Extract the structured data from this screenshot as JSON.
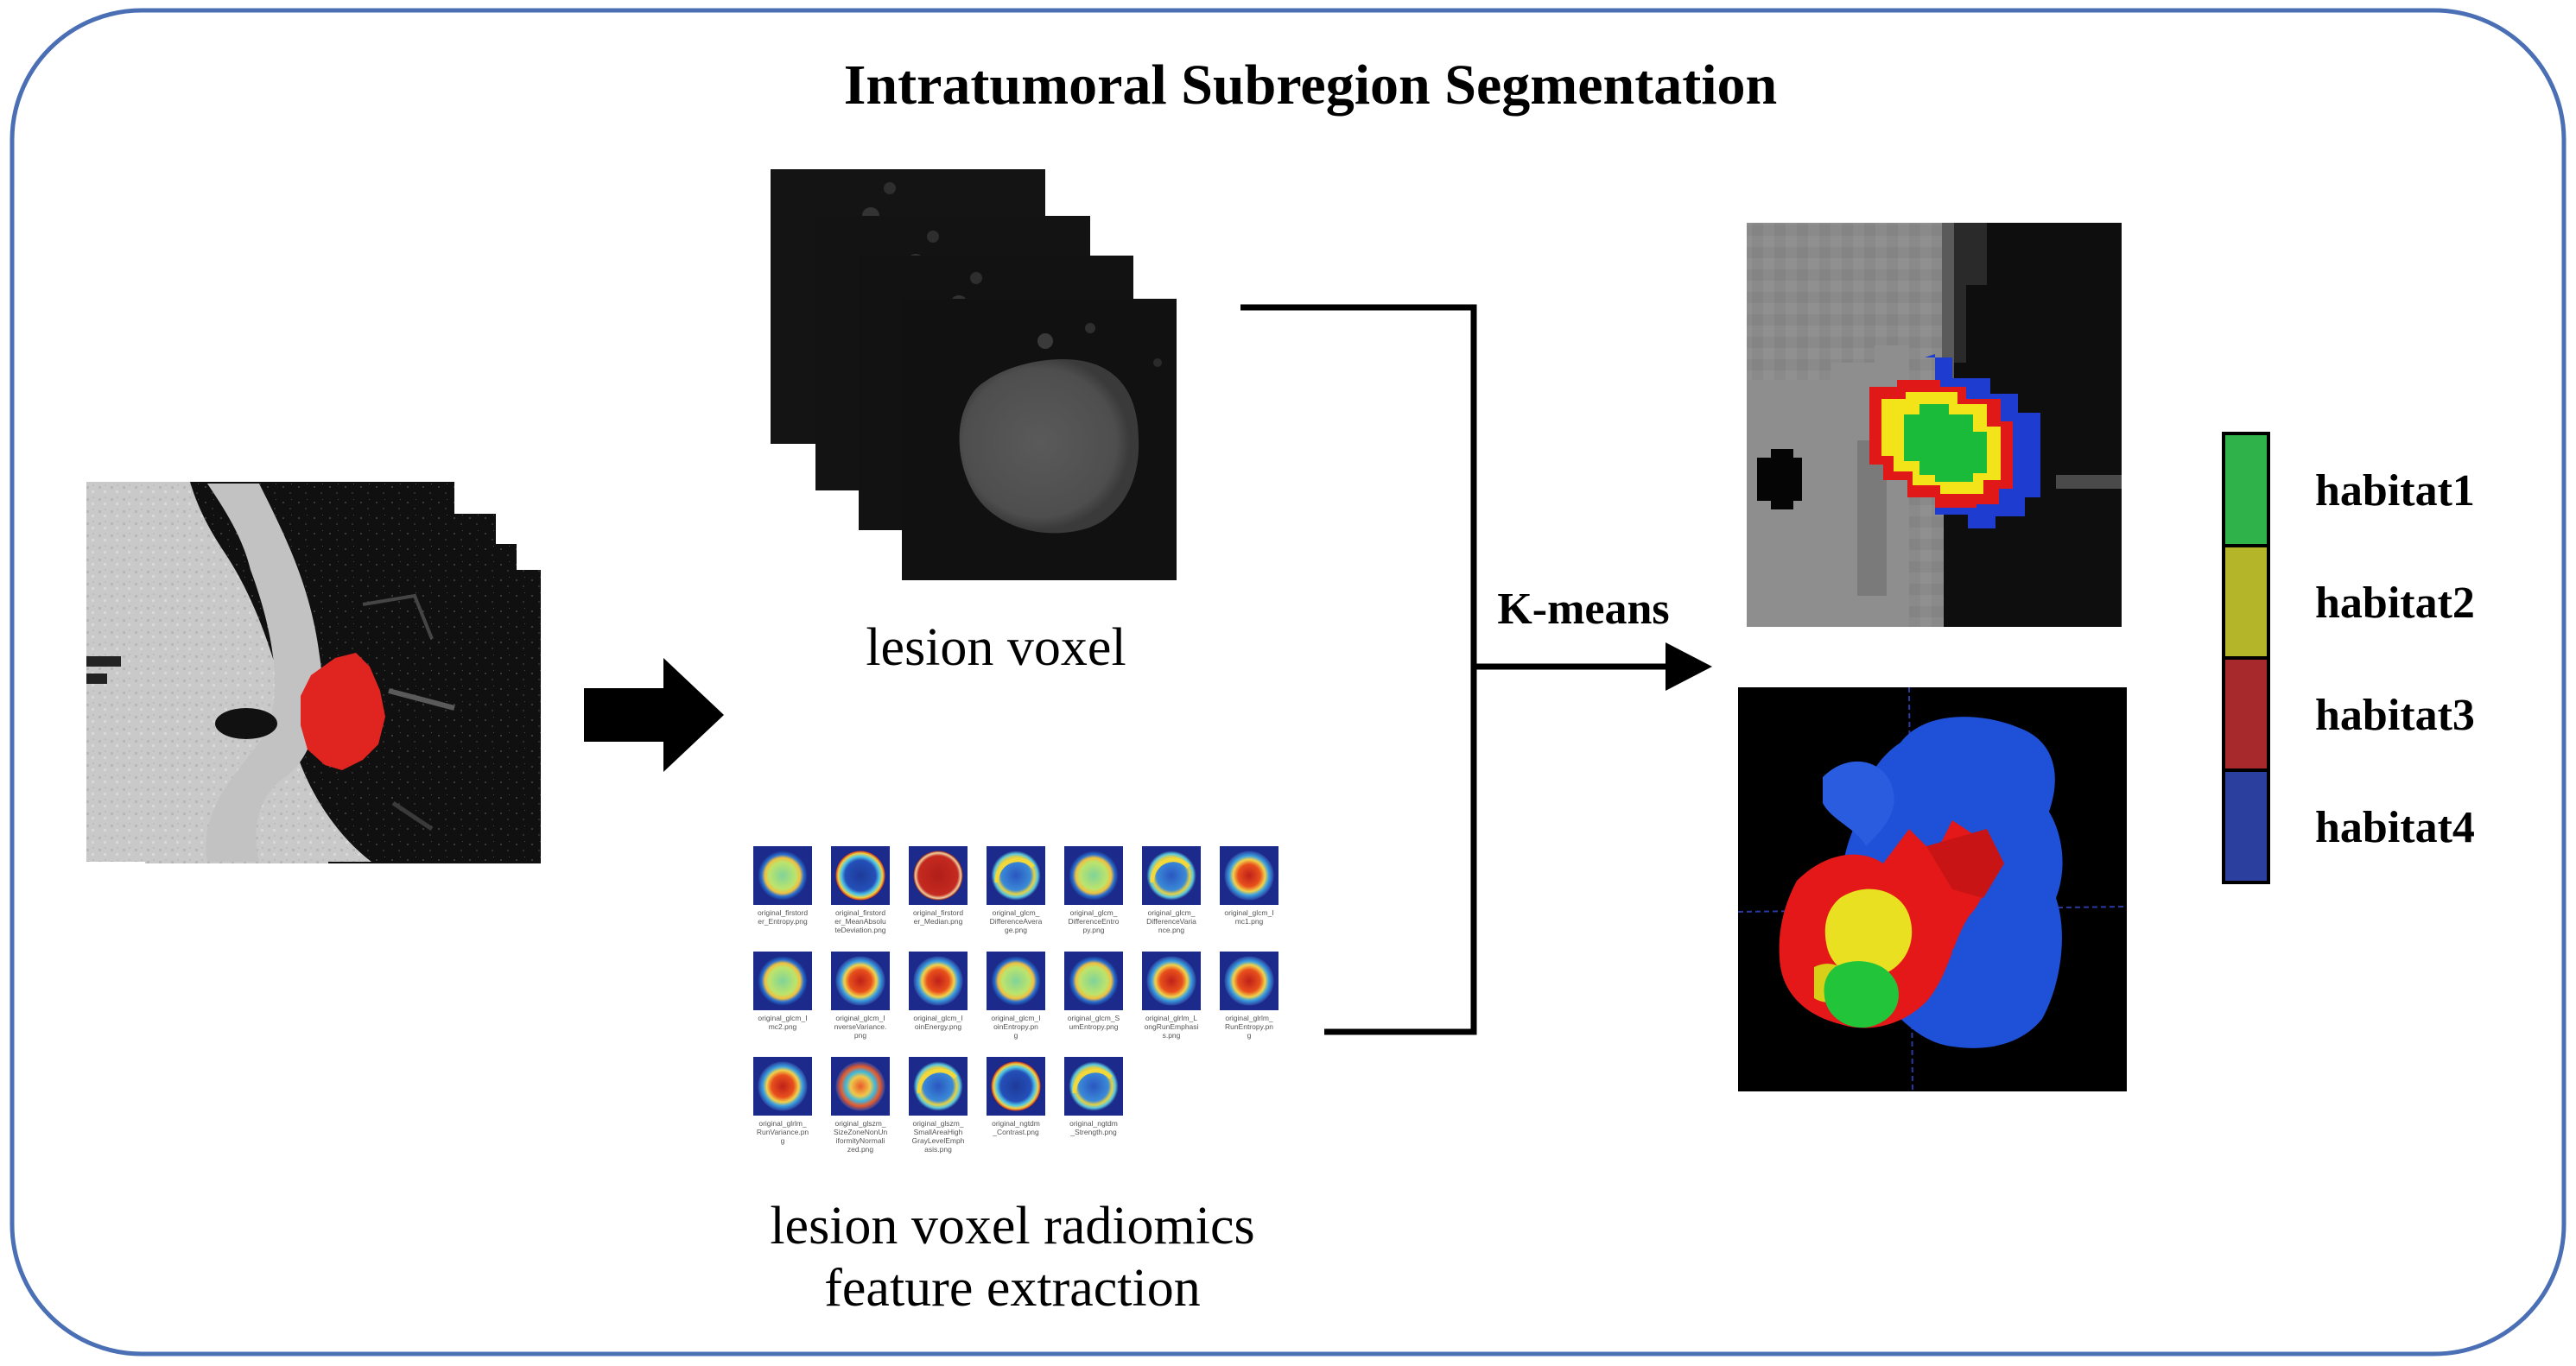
{
  "title": "Intratumoral Subregion Segmentation",
  "labels": {
    "lesion_voxel": "lesion voxel",
    "radiomics_line1": "lesion voxel radiomics",
    "radiomics_line2": "feature extraction",
    "kmeans": "K-means"
  },
  "legend": [
    {
      "label": "habitat1",
      "color": "#2fb24a"
    },
    {
      "label": "habitat2",
      "color": "#b5b52a"
    },
    {
      "label": "habitat3",
      "color": "#a8292b"
    },
    {
      "label": "habitat4",
      "color": "#2b3f9e"
    }
  ],
  "feature_maps": [
    {
      "caption": [
        "original_firstord",
        "er_Entropy.png"
      ],
      "style": "ring"
    },
    {
      "caption": [
        "original_firstord",
        "er_MeanAbsolu",
        "teDeviation.png"
      ],
      "style": "blue"
    },
    {
      "caption": [
        "original_firstord",
        "er_Median.png"
      ],
      "style": "red"
    },
    {
      "caption": [
        "original_glcm_",
        "DifferenceAvera",
        "ge.png"
      ],
      "style": "arc"
    },
    {
      "caption": [
        "original_glcm_",
        "DifferenceEntro",
        "py.png"
      ],
      "style": "ring"
    },
    {
      "caption": [
        "original_glcm_",
        "DifferenceVaria",
        "nce.png"
      ],
      "style": "arc"
    },
    {
      "caption": [
        "original_glcm_I",
        "mc1.png"
      ],
      "style": "hot"
    },
    {
      "caption": [
        "original_glcm_I",
        "mc2.png"
      ],
      "style": "ring"
    },
    {
      "caption": [
        "original_glcm_I",
        "nverseVariance.",
        "png"
      ],
      "style": "hot"
    },
    {
      "caption": [
        "original_glcm_I",
        "oinEnergy.png"
      ],
      "style": "hot"
    },
    {
      "caption": [
        "original_glcm_I",
        "oinEntropy.pn",
        "g"
      ],
      "style": "ring"
    },
    {
      "caption": [
        "original_glcm_S",
        "umEntropy.png"
      ],
      "style": "ring"
    },
    {
      "caption": [
        "original_glrlm_L",
        "ongRunEmphasi",
        "s.png"
      ],
      "style": "hot"
    },
    {
      "caption": [
        "original_glrlm_",
        "RunEntropy.pn",
        "g"
      ],
      "style": "hot"
    },
    {
      "caption": [
        "original_glrlm_",
        "RunVariance.pn",
        "g"
      ],
      "style": "hot"
    },
    {
      "caption": [
        "original_glszm_",
        "SizeZoneNonUn",
        "iformityNormali",
        "zed.png"
      ],
      "style": "mottled"
    },
    {
      "caption": [
        "original_glszm_",
        "SmallAreaHigh",
        "GrayLevelEmph",
        "asis.png"
      ],
      "style": "arc"
    },
    {
      "caption": [
        "original_ngtdm",
        "_Contrast.png"
      ],
      "style": "blue"
    },
    {
      "caption": [
        "original_ngtdm",
        "_Strength.png"
      ],
      "style": "arc"
    }
  ]
}
